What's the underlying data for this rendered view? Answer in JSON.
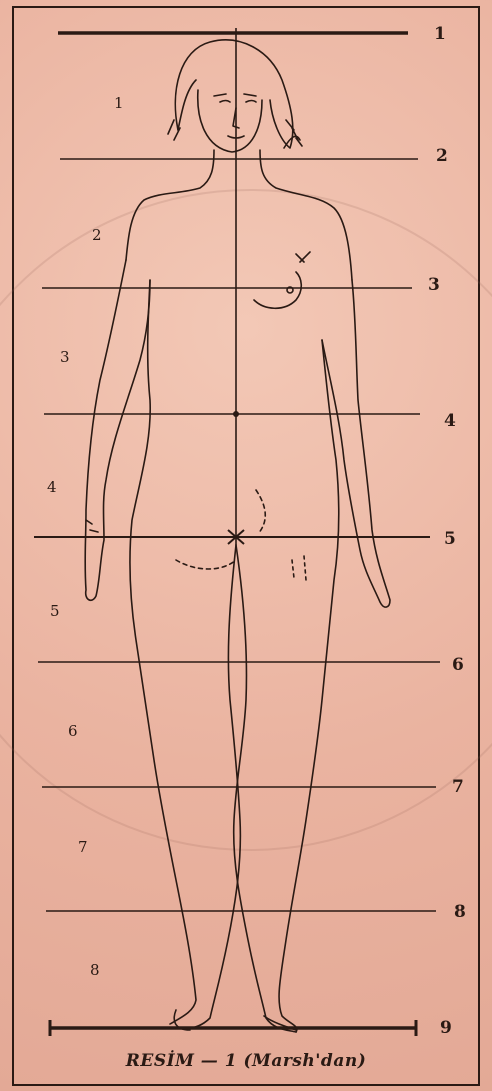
{
  "figure": {
    "caption": "RESİM — 1 (Marsh'dan)",
    "right_numbers": [
      "1",
      "2",
      "3",
      "4",
      "5",
      "6",
      "7",
      "8",
      "9"
    ],
    "left_numbers": [
      "1",
      "2",
      "3",
      "4",
      "5",
      "6",
      "7",
      "8"
    ],
    "line_color": "#2a1a14",
    "background_color": "#eab3a0"
  }
}
